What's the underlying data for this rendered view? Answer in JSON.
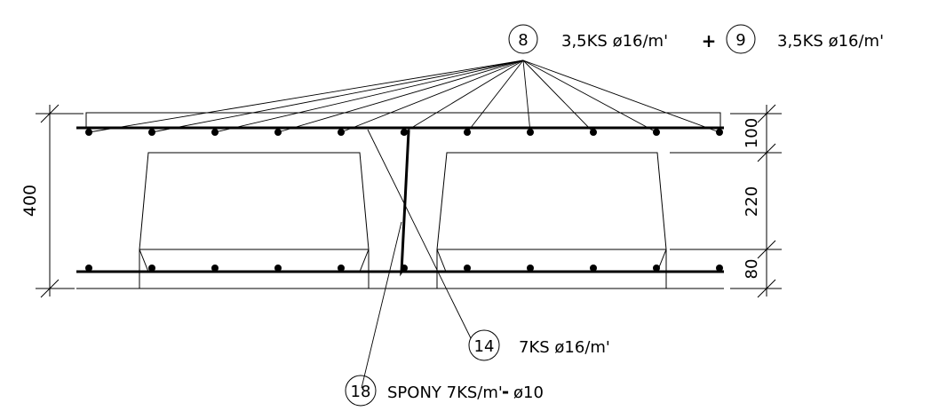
{
  "callouts": {
    "c8": {
      "number": "8",
      "text": "3,5KS ø16/m'"
    },
    "plus": "+",
    "c9": {
      "number": "9",
      "text": "3,5KS ø16/m'"
    },
    "c14": {
      "number": "14",
      "text": "7KS ø16/m'"
    },
    "c18": {
      "number": "18",
      "text": "SPONY 7KS/m'"
    },
    "c18_sep": "-",
    "c18_tail": "ø10"
  },
  "dimensions": {
    "total": "400",
    "top": "100",
    "middle": "220",
    "bottom": "80"
  },
  "colors": {
    "line": "#000000",
    "background": "#ffffff"
  }
}
